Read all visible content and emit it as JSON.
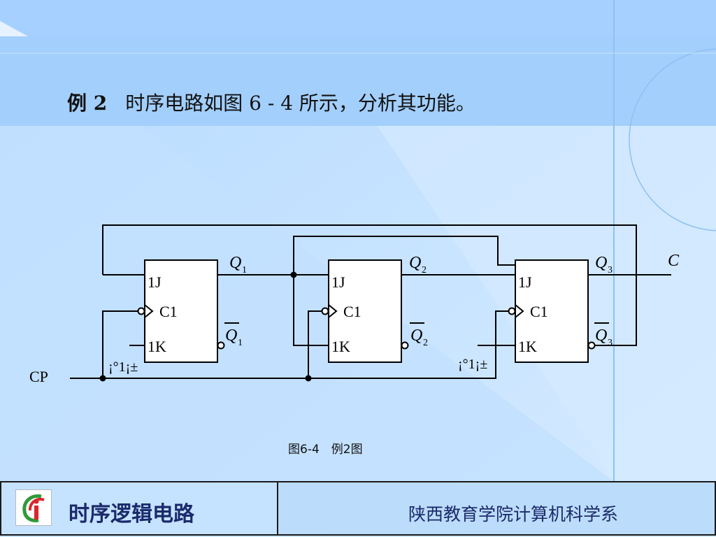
{
  "slide": {
    "example_label": "例 2",
    "question": "时序电路如图 6 - 4 所示，分析其功能。",
    "caption": "图6-4　例2图"
  },
  "circuit": {
    "input_label": "CP",
    "output_label": "C",
    "bad_glyph_left": "¡°1¡±",
    "bad_glyph_right": "¡°1¡±",
    "flipflops": [
      {
        "j": "1J",
        "c": "C1",
        "k": "1K",
        "q": "Q",
        "qbar": "Q",
        "sub": "1"
      },
      {
        "j": "1J",
        "c": "C1",
        "k": "1K",
        "q": "Q",
        "qbar": "Q",
        "sub": "2"
      },
      {
        "j": "1J",
        "c": "C1",
        "k": "1K",
        "q": "Q",
        "qbar": "Q",
        "sub": "3"
      }
    ]
  },
  "footer": {
    "chapter": "时序逻辑电路",
    "department": "陕西教育学院计算机科学系"
  },
  "colors": {
    "bg_light": "#cfe6ff",
    "bg_band": "#a9d2ff",
    "footer_text": "#1b2a6b",
    "logo_red": "#d9262b",
    "logo_green": "#2f9a3a"
  }
}
